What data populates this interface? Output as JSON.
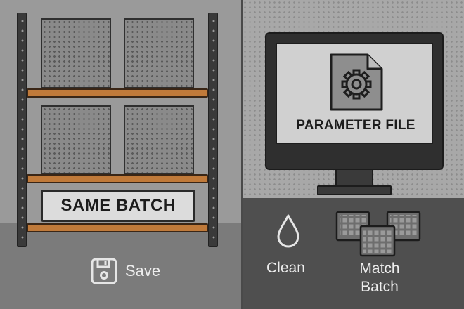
{
  "left_panel": {
    "shelf_label": "SAME BATCH",
    "save_label": "Save",
    "save_icon": "floppy-disk-icon"
  },
  "right_panel": {
    "monitor_label": "PARAMETER FILE",
    "file_icon": "gear-file-icon",
    "clean_label": "Clean",
    "clean_icon": "water-drop-icon",
    "match_label_line1": "Match",
    "match_label_line2": "Batch",
    "match_icon": "stacked-trays-icon"
  },
  "colors": {
    "beam": "#c07a3a",
    "label_text": "#1c1c1c",
    "caption_text": "#ededed"
  }
}
